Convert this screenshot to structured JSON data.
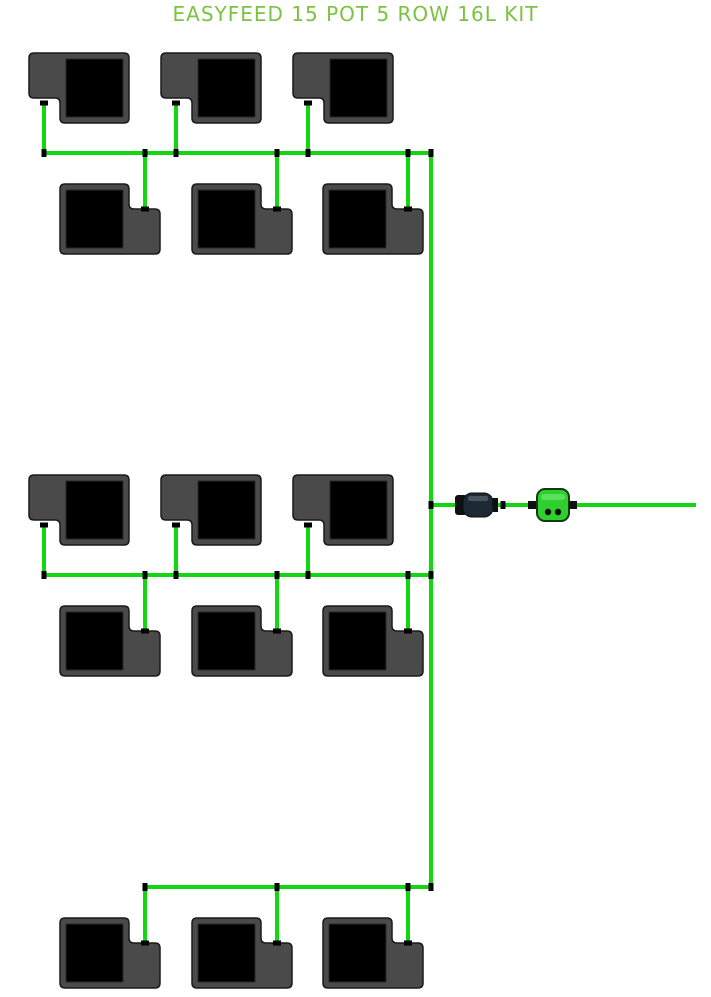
{
  "title": "EASYFEED 15 POT 5 ROW 16L KIT",
  "colors": {
    "title": "#7cc242",
    "tube": "#12d612",
    "pot_body": "#4a4a4a",
    "pot_inner": "#000000",
    "pot_outline": "#1a1a1a",
    "connector": "#000000",
    "valve_body": "#2fcf2f",
    "filter_body": "#1e2a33"
  },
  "components": {
    "pot_count": 15,
    "row_count": 5,
    "pot_size": "16L",
    "filter": "inline-filter-icon",
    "valve": "float-valve-icon"
  }
}
